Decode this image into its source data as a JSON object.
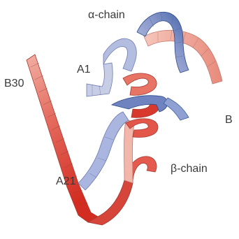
{
  "figure": {
    "labels": {
      "alpha_chain": "α-chain",
      "beta_chain": "β-chain",
      "a1": "A1",
      "a21": "A21",
      "b30": "B30",
      "b": "B"
    },
    "colors": {
      "alpha_ribbon_light": "#c8cde6",
      "alpha_ribbon_dark": "#3e5fa6",
      "beta_ribbon_light": "#f2b0a4",
      "beta_ribbon_dark": "#d32d22",
      "segment_line": "#7a4a4a"
    }
  }
}
